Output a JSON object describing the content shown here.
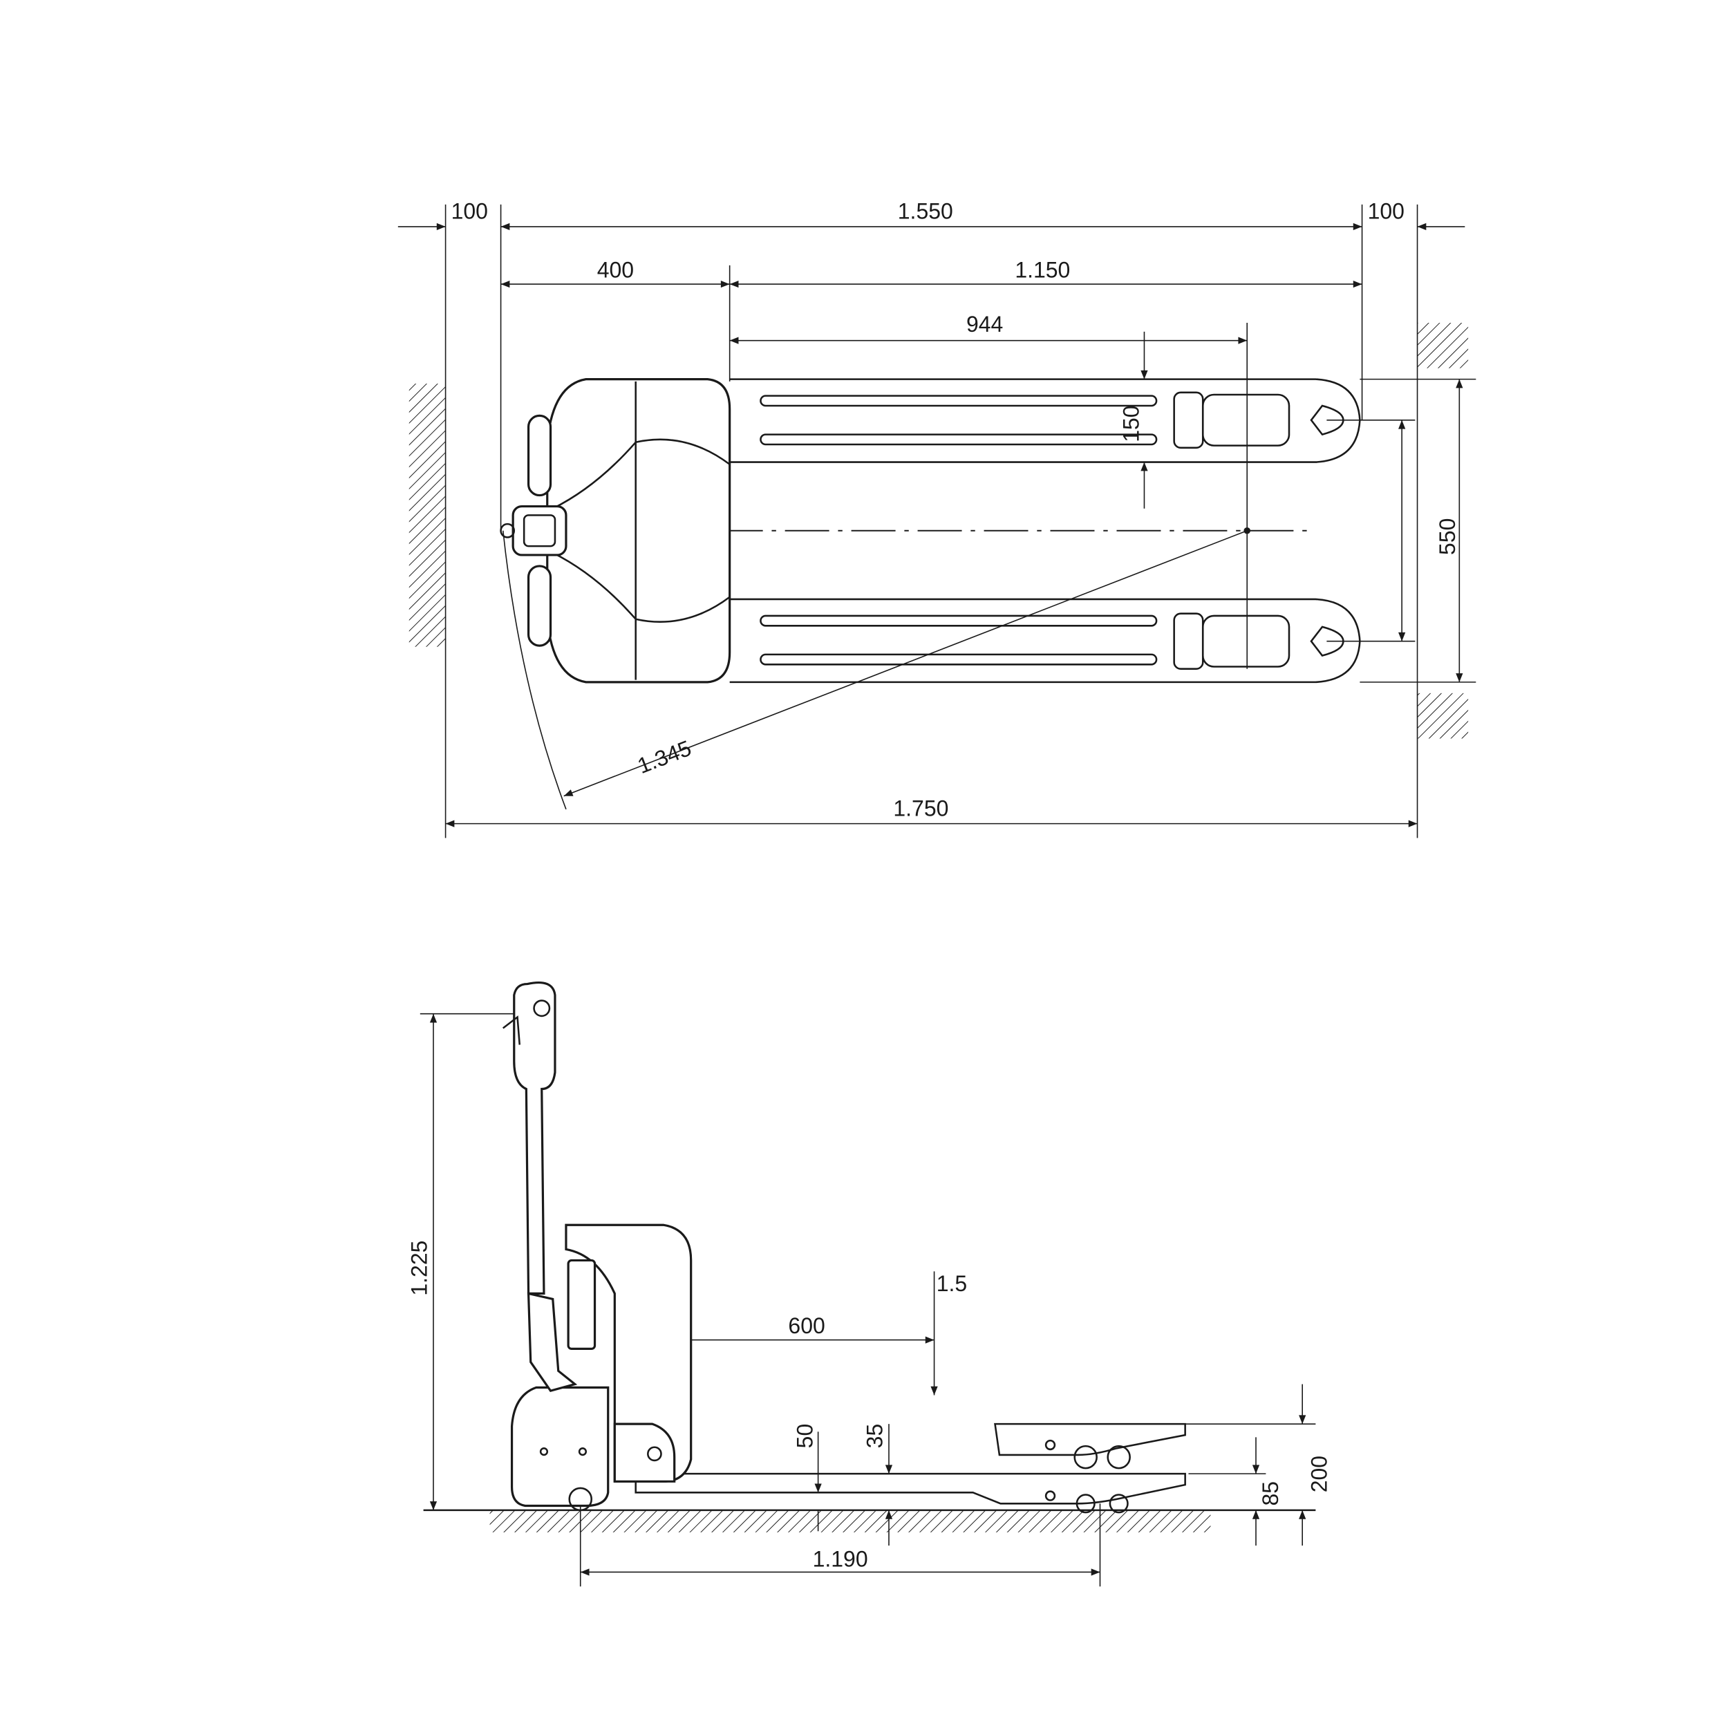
{
  "top_view": {
    "dims": {
      "overhang_left": "100",
      "fork_length_total": "1.550",
      "overhang_right": "100",
      "body_length": "400",
      "fork_length": "1.150",
      "load_center": "944",
      "fork_width": "150",
      "fork_spread": "550",
      "turning_radius": "1.345",
      "aisle_length": "1.750"
    }
  },
  "side_view": {
    "dims": {
      "handle_height": "1.225",
      "load_center": "600",
      "capacity": "1.5",
      "ground_clearance": "50",
      "fork_lowered_height": "35",
      "lift_height": "200",
      "fork_height": "85",
      "wheelbase": "1.190"
    }
  },
  "colors": {
    "line": "#1a1a1a",
    "background": "#ffffff"
  }
}
